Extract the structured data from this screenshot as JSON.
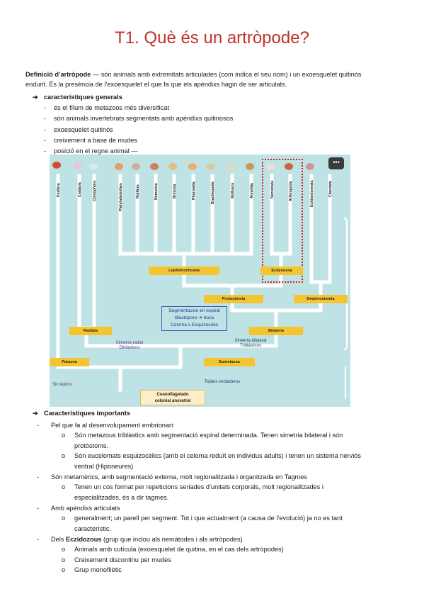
{
  "title": "T1. Què és un artròpode?",
  "definition": {
    "label": "Definició d’artròpode",
    "text_line1": " — són animals amb extremitats articulades (com indica el seu nom) i un exoesquelet quitinós",
    "text_line2": "endurit. És la presència de l’exoesquelet el que fa que els apèndixs hagin de ser articulats."
  },
  "general": {
    "heading": "característiques generals",
    "items": [
      "és el fílum de metazoos més diversificat",
      "són animals invertebrats segmentats amb apèndixs quitinosos",
      "exoesquelet quitinós",
      "creixement a base de mudes",
      "posició en el regne animal —"
    ]
  },
  "figure": {
    "phyla": [
      "Porifera",
      "Cnidaria",
      "Ctenophora",
      "Platyhelminthes",
      "Rotifera",
      "Nemertea",
      "Bryozoa",
      "Phoronida",
      "Brachiopoda",
      "Mollusca",
      "Annelida",
      "Nematoda",
      "Arthropoda",
      "Echinodermata",
      "Chordata"
    ],
    "lophotrochozoa": "Lophotrochozoa",
    "ecdysozoa": "Ecdysozoa",
    "protostomia": "Protostomia",
    "deuterostomia": "Deuterostomia",
    "radiata": "Radiata",
    "bilateria": "Bilateria",
    "parazoa": "Parazoa",
    "eumetazoa": "Eumetazoa",
    "blue_line1": "Segmentación en espiral",
    "blue_line2": "Blastoporo ➔ boca",
    "blue_line3": "Celoma x Esquizocelia",
    "radial_line1": "Simetría radial",
    "radial_line2": "Diblásticos",
    "bilateral_line1": "Simetría bilateral",
    "bilateral_line2": "Triblásticos",
    "sin_tejidos": "Sin tejidos",
    "tejidos_verdaderos": "Tejidos verdaderos",
    "root_line1": "Coanoflagelado",
    "root_line2": "colonial ancestral",
    "menu": "•••",
    "colors": {
      "background": "#bfe3e5",
      "tree": "#ffffff",
      "box": "#f4c531",
      "frame": "#d02020"
    }
  },
  "important": {
    "heading": "Característiques importants",
    "sections": [
      {
        "text": "Pel que fa al desenvolupament embrionari:",
        "bullets": [
          [
            "Són metazous triblàstics amb segmentació espiral determinada. Tenen simetria bilateral i són",
            "protòstoms."
          ],
          [
            "Són eucelomats esquizocèlics (amb el celoma reduït en individus adults) i tenen un sistema nerviós",
            "ventral (Hiponeures)"
          ]
        ]
      },
      {
        "text": "Són metamèrics, amb segmentació externa, molt regionalitzada i organitzada en Tagmes",
        "bullets": [
          [
            "Tenen un cos format per repeticions seriades d’unitats corporals, molt regionalitzades i",
            "especialitzades, és a dir tagmes."
          ]
        ]
      },
      {
        "text": "Amb apèndixs articulats",
        "bullets": [
          [
            "generalment; un parell per segment. Tot i que actualment (a causa de l’evolució) ja no es tant",
            "característic."
          ]
        ]
      },
      {
        "text_prefix": "Dels ",
        "text_bold": "Eczidozous",
        "text_suffix": " (grup que inclou als nemàtodes i als artròpodes)",
        "bullets": [
          [
            "Animals amb cutícula (exoesquelet de quitina, en el cas dels artròpodes)"
          ],
          [
            "Creixement discontinu per mudes"
          ],
          [
            "Grup monofilètic"
          ]
        ]
      }
    ]
  }
}
